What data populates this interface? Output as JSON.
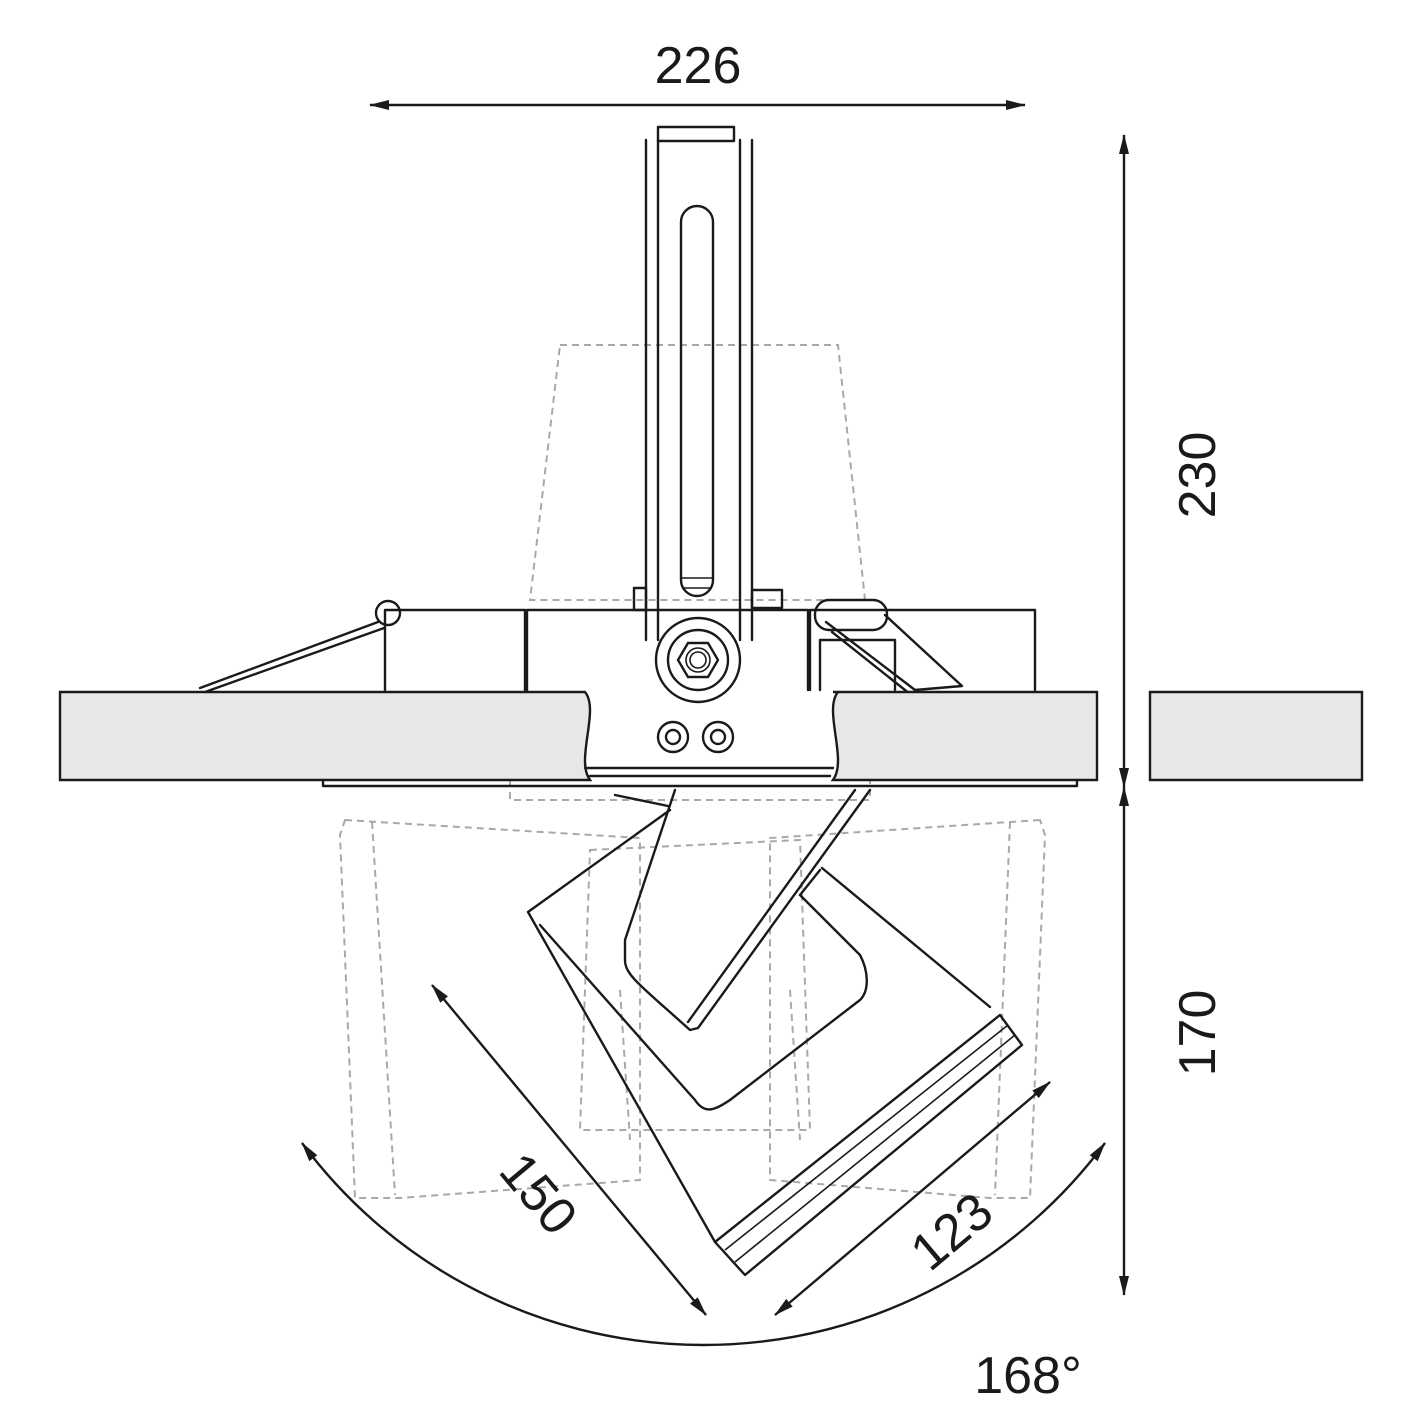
{
  "dimensions": {
    "overall_width": "226",
    "height_above_ceiling": "230",
    "height_below_ceiling": "170",
    "head_length": "150",
    "head_diameter": "123",
    "tilt_angle": "168°"
  },
  "colors": {
    "line": "#1a1a1a",
    "ceiling_fill": "#e6e7e8",
    "ghost": "#a9a9a9",
    "background": "#ffffff"
  }
}
